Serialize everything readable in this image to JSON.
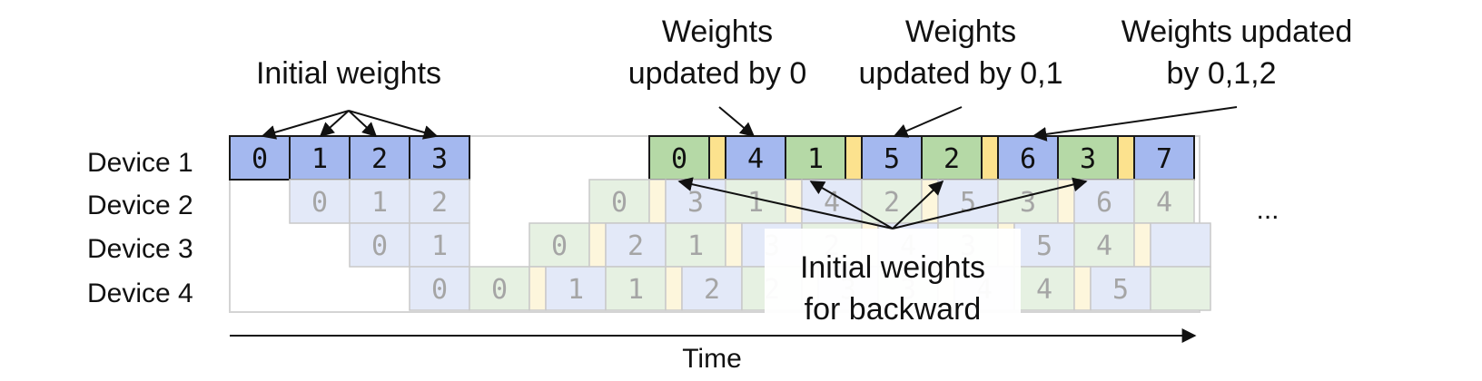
{
  "devices": [
    "Device 1",
    "Device 2",
    "Device 3",
    "Device 4"
  ],
  "annotations": {
    "initial_weights": "Initial weights",
    "weights_0": [
      "Weights",
      "updated by 0"
    ],
    "weights_01": [
      "Weights",
      "updated by 0,1"
    ],
    "weights_012": [
      "Weights updated",
      "by 0,1,2"
    ],
    "initial_backward": [
      "Initial weights",
      "for backward"
    ],
    "ellipsis": "...",
    "time": "Time"
  },
  "colors": {
    "forward": "#a4b8ef",
    "backward": "#b5d9a6",
    "bubble": "#fce28e",
    "forward_faded": "#e3e9f8",
    "backward_faded": "#e6f1e2",
    "bubble_faded": "#fdf6dc",
    "text_dark": "#111111",
    "text_faded": "#a5a5a5",
    "stroke": "#1a1a1a",
    "stroke_faded": "#c9c9c9"
  },
  "schedule": {
    "device1": [
      {
        "kind": "F",
        "label": "0"
      },
      {
        "kind": "F",
        "label": "1"
      },
      {
        "kind": "F",
        "label": "2"
      },
      {
        "kind": "F",
        "label": "3"
      },
      {
        "kind": "gap"
      },
      {
        "kind": "gap"
      },
      {
        "kind": "gap"
      },
      {
        "kind": "B",
        "label": "0"
      },
      {
        "kind": "Y"
      },
      {
        "kind": "F",
        "label": "4"
      },
      {
        "kind": "B",
        "label": "1"
      },
      {
        "kind": "Y"
      },
      {
        "kind": "F",
        "label": "5"
      },
      {
        "kind": "B",
        "label": "2"
      },
      {
        "kind": "Y"
      },
      {
        "kind": "F",
        "label": "6"
      },
      {
        "kind": "B",
        "label": "3"
      },
      {
        "kind": "Y"
      },
      {
        "kind": "F",
        "label": "7"
      }
    ],
    "device2": [
      {
        "kind": "gap"
      },
      {
        "kind": "F",
        "label": "0"
      },
      {
        "kind": "F",
        "label": "1"
      },
      {
        "kind": "F",
        "label": "2"
      },
      {
        "kind": "gap"
      },
      {
        "kind": "gap"
      },
      {
        "kind": "B",
        "label": "0"
      },
      {
        "kind": "Y"
      },
      {
        "kind": "F",
        "label": "3"
      },
      {
        "kind": "B",
        "label": "1"
      },
      {
        "kind": "Y"
      },
      {
        "kind": "F",
        "label": "4"
      },
      {
        "kind": "B",
        "label": "2"
      },
      {
        "kind": "Y"
      },
      {
        "kind": "F",
        "label": "5"
      },
      {
        "kind": "B",
        "label": "3"
      },
      {
        "kind": "Y"
      },
      {
        "kind": "F",
        "label": "6"
      },
      {
        "kind": "B",
        "label": "4"
      }
    ],
    "device3": [
      {
        "kind": "gap"
      },
      {
        "kind": "gap"
      },
      {
        "kind": "F",
        "label": "0"
      },
      {
        "kind": "F",
        "label": "1"
      },
      {
        "kind": "gap"
      },
      {
        "kind": "B",
        "label": "0"
      },
      {
        "kind": "Y"
      },
      {
        "kind": "F",
        "label": "2"
      },
      {
        "kind": "B",
        "label": "1"
      },
      {
        "kind": "Y"
      },
      {
        "kind": "F",
        "label": "3"
      },
      {
        "kind": "B",
        "label": "2"
      },
      {
        "kind": "Y"
      },
      {
        "kind": "F",
        "label": "4"
      },
      {
        "kind": "B",
        "label": "3"
      },
      {
        "kind": "Y"
      },
      {
        "kind": "F",
        "label": "5"
      },
      {
        "kind": "B",
        "label": "4"
      },
      {
        "kind": "Y"
      },
      {
        "kind": "F",
        "label": ""
      }
    ],
    "device4": [
      {
        "kind": "gap"
      },
      {
        "kind": "gap"
      },
      {
        "kind": "gap"
      },
      {
        "kind": "F",
        "label": "0"
      },
      {
        "kind": "B",
        "label": "0"
      },
      {
        "kind": "Y"
      },
      {
        "kind": "F",
        "label": "1"
      },
      {
        "kind": "B",
        "label": "1"
      },
      {
        "kind": "Y"
      },
      {
        "kind": "F",
        "label": "2"
      },
      {
        "kind": "B",
        "label": "2"
      },
      {
        "kind": "Y"
      },
      {
        "kind": "F",
        "label": "3"
      },
      {
        "kind": "B",
        "label": "3"
      },
      {
        "kind": "Y"
      },
      {
        "kind": "F",
        "label": "4"
      },
      {
        "kind": "B",
        "label": "4"
      },
      {
        "kind": "Y"
      },
      {
        "kind": "F",
        "label": "5"
      },
      {
        "kind": "B",
        "label": ""
      }
    ]
  }
}
